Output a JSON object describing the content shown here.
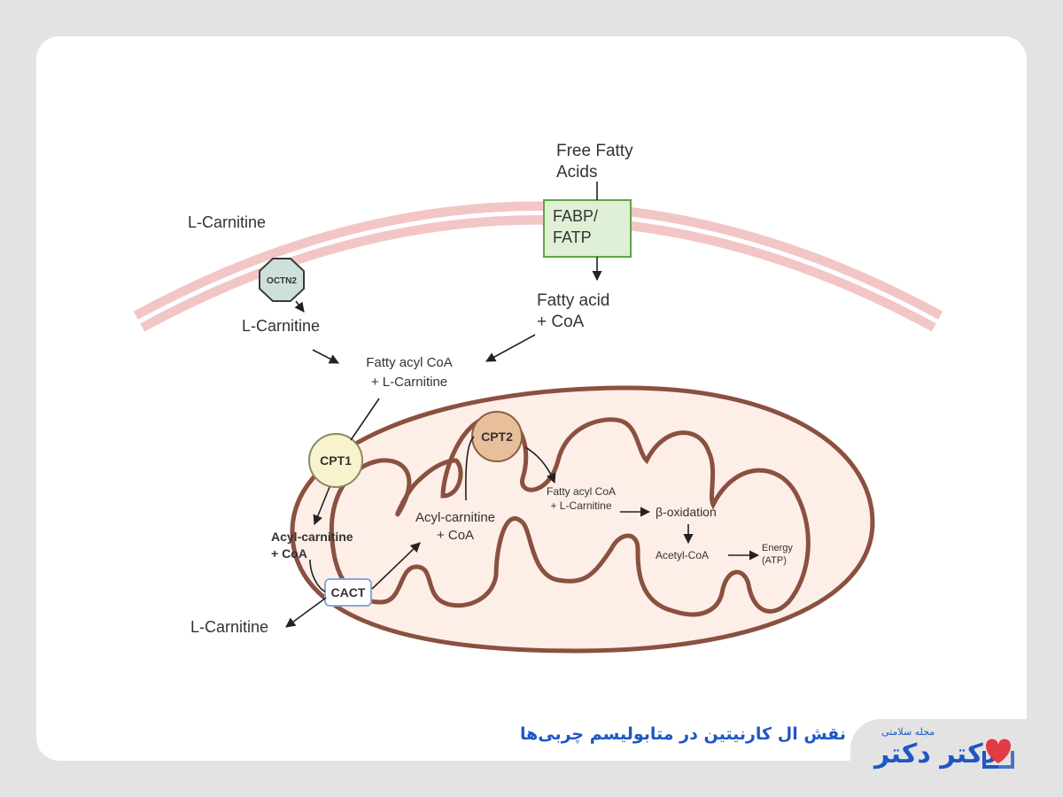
{
  "labels": {
    "free_fatty_acids_1": "Free Fatty",
    "free_fatty_acids_2": "Acids",
    "fabp_1": "FABP/",
    "fabp_2": "FATP",
    "l_carnitine_outside": "L-Carnitine",
    "octn2": "OCTN2",
    "l_carnitine_cytosol": "L-Carnitine",
    "fatty_acid_coa_1": "Fatty acid",
    "fatty_acid_coa_2": "+ CoA",
    "fatty_acyl_coa_1": "Fatty acyl CoA",
    "fatty_acyl_coa_2": "+ L-Carnitine",
    "cpt1": "CPT1",
    "cpt2": "CPT2",
    "acyl_carnitine_ims_1": "Acyl-carnitine",
    "acyl_carnitine_ims_2": "+ CoA",
    "cact": "CACT",
    "l_carnitine_exit": "L-Carnitine",
    "acyl_carnitine_matrix_1": "Acyl-carnitine",
    "acyl_carnitine_matrix_2": "+ CoA",
    "fatty_acyl_coa_matrix_1": "Fatty acyl CoA",
    "fatty_acyl_coa_matrix_2": "+ L-Carnitine",
    "beta_oxidation": "β-oxidation",
    "acetyl_coa": "Acetyl-CoA",
    "energy_1": "Energy",
    "energy_2": "(ATP)"
  },
  "footer": {
    "caption": "نقش ال کارنیتین در متابولیسم چربی‌ها",
    "logo_tagline": "مجله سلامتی",
    "logo_wordmark": "دکتر دکتر"
  },
  "colors": {
    "membrane": "#f3c6c6",
    "mitochondria_fill": "#fdeee8",
    "mitochondria_stroke": "#8a5040",
    "fabp_fill": "#dff0d6",
    "fabp_stroke": "#5da646",
    "octn2_fill": "#cfe0db",
    "cpt1_fill": "#f7f3cf",
    "cpt2_fill": "#e7bf9a",
    "cact_stroke": "#89a8db",
    "brand_blue": "#1f57c3",
    "brand_red": "#e23a46"
  }
}
